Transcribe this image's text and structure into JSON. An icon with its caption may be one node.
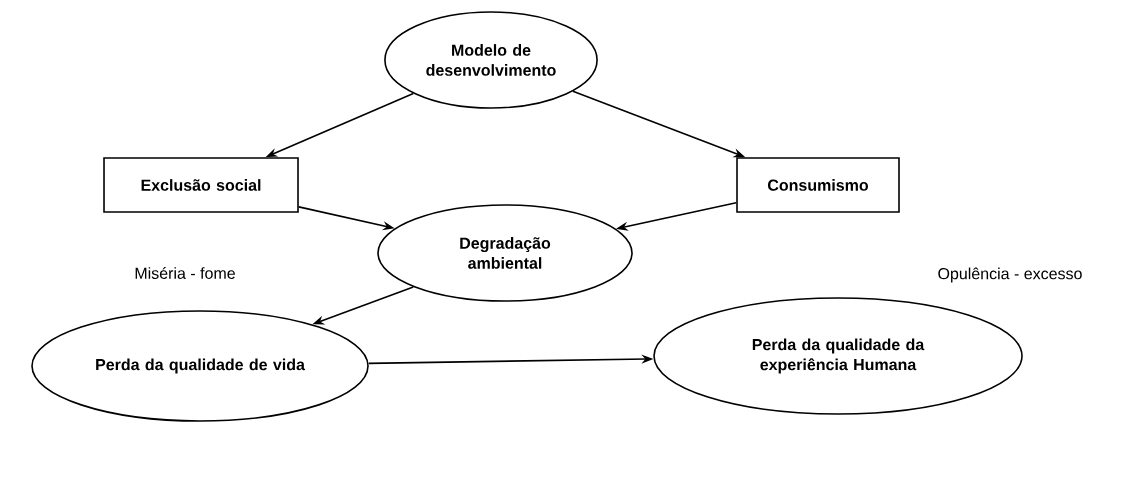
{
  "diagram": {
    "nodes": [
      {
        "text": [
          "Modelo de desenvolvimento"
        ]
      },
      {
        "text": [
          "Exclusão social"
        ]
      },
      {
        "text": [
          "Consumismo"
        ]
      },
      {
        "text": [
          "Degradação ambiental"
        ]
      },
      {
        "text": [
          "Perda da qualidade de vida"
        ]
      },
      {
        "text": [
          "Perda da qualidade da experiência Humana"
        ]
      }
    ],
    "edges": [
      {
        "from": 0,
        "to": 1,
        "arrow": "to"
      },
      {
        "from": 0,
        "to": 2,
        "arrow": "to"
      },
      {
        "from": 1,
        "to": 3,
        "arrow": "to"
      },
      {
        "from": 2,
        "to": 3,
        "arrow": "to"
      },
      {
        "from": 3,
        "to": 4,
        "arrow": "to"
      },
      {
        "from": 4,
        "to": 5,
        "arrow": "to"
      }
    ],
    "labels": [
      "Miséria - fome",
      "Opulência - excesso"
    ]
  }
}
